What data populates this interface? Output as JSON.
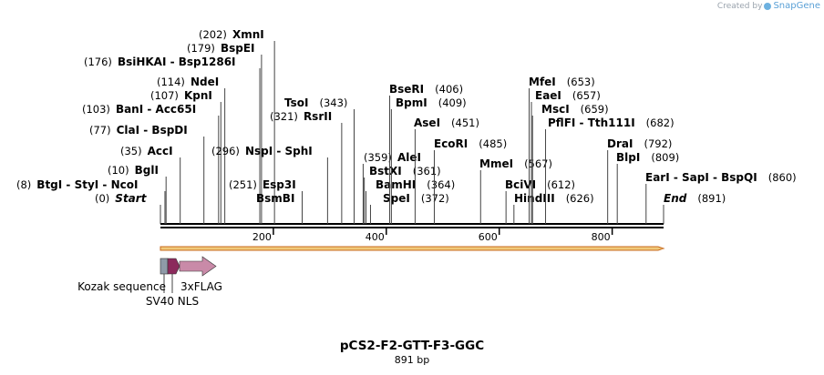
{
  "branding": {
    "created_by": "Created by",
    "product": "SnapGene",
    "icon": "snapgene-logo-icon"
  },
  "plasmid": {
    "name": "pCS2-F2-GTT-F3-GGC",
    "length_label": "891 bp",
    "length": 891
  },
  "ruler": {
    "ticks": [
      200,
      400,
      600,
      800
    ]
  },
  "site_rows": [
    {
      "items": [
        {
          "pos": "(202)",
          "name": "XmnI"
        }
      ]
    },
    {
      "items": [
        {
          "pos": "(179)",
          "name": "BspEI"
        }
      ]
    },
    {
      "items": [
        {
          "pos": "(176)",
          "name": "BsiHKAI"
        },
        {
          "sep": "-"
        },
        {
          "name": "Bsp1286I"
        }
      ]
    },
    {
      "items": [
        {
          "pos": "(114)",
          "name": "NdeI"
        },
        {
          "gap": 0
        },
        {
          "name": "MfeI"
        },
        {
          "pos": "(653)"
        }
      ]
    },
    {
      "items": [
        {
          "pos": "(107)",
          "name": "KpnI"
        },
        {
          "gap": 0
        },
        {
          "name": "BseRI"
        },
        {
          "pos": "(406)"
        },
        {
          "gap": 1
        },
        {
          "name": "EaeI"
        },
        {
          "pos": "(657)"
        }
      ]
    },
    {
      "items": [
        {
          "pos": "(343)",
          "name": "TsoI"
        },
        {
          "gap": 0
        },
        {
          "name": "BpmI"
        },
        {
          "pos": "(409)"
        }
      ]
    },
    {
      "items": [
        {
          "pos": "(103)",
          "name": "BanI"
        },
        {
          "sep": "-"
        },
        {
          "name": "Acc65I"
        },
        {
          "gap": 0
        },
        {
          "name": "MscI"
        },
        {
          "pos": "(659)"
        }
      ]
    },
    {
      "items": [
        {
          "pos": "(321)",
          "name": "RsrII"
        }
      ]
    }
  ],
  "sites": [
    {
      "position": 0,
      "name": "Start",
      "pos_label": "(0)",
      "italic": true
    },
    {
      "position": 8,
      "name": "BtgI - StyI - NcoI",
      "pos_label": "(8)"
    },
    {
      "position": 10,
      "name": "BglI",
      "pos_label": "(10)"
    },
    {
      "position": 35,
      "name": "AccI",
      "pos_label": "(35)"
    },
    {
      "position": 77,
      "name": "ClaI - BspDI",
      "pos_label": "(77)"
    },
    {
      "position": 103,
      "name": "BanI - Acc65I",
      "pos_label": "(103)"
    },
    {
      "position": 107,
      "name": "KpnI",
      "pos_label": "(107)"
    },
    {
      "position": 114,
      "name": "NdeI",
      "pos_label": "(114)"
    },
    {
      "position": 176,
      "name": "BsiHKAI - Bsp1286I",
      "pos_label": "(176)"
    },
    {
      "position": 179,
      "name": "BspEI",
      "pos_label": "(179)"
    },
    {
      "position": 202,
      "name": "XmnI",
      "pos_label": "(202)"
    },
    {
      "position": 251,
      "name": "Esp3I",
      "pos_label": "(251)"
    },
    {
      "position": 251,
      "name": "BsmBI",
      "pos_label": ""
    },
    {
      "position": 296,
      "name": "NspI - SphI",
      "pos_label": "(296)"
    },
    {
      "position": 321,
      "name": "RsrII",
      "pos_label": "(321)"
    },
    {
      "position": 343,
      "name": "TsoI",
      "pos_label": "(343)"
    },
    {
      "position": 359,
      "name": "AleI",
      "pos_label": "(359)"
    },
    {
      "position": 361,
      "name": "BstXI",
      "pos_label": "(361)"
    },
    {
      "position": 364,
      "name": "BamHI",
      "pos_label": "(364)"
    },
    {
      "position": 372,
      "name": "SpeI",
      "pos_label": "(372)"
    },
    {
      "position": 406,
      "name": "BseRI",
      "pos_label": "(406)"
    },
    {
      "position": 409,
      "name": "BpmI",
      "pos_label": "(409)"
    },
    {
      "position": 451,
      "name": "AseI",
      "pos_label": "(451)"
    },
    {
      "position": 485,
      "name": "EcoRI",
      "pos_label": "(485)"
    },
    {
      "position": 567,
      "name": "MmeI",
      "pos_label": "(567)"
    },
    {
      "position": 612,
      "name": "BciVI",
      "pos_label": "(612)"
    },
    {
      "position": 626,
      "name": "HindIII",
      "pos_label": "(626)"
    },
    {
      "position": 653,
      "name": "MfeI",
      "pos_label": "(653)"
    },
    {
      "position": 657,
      "name": "EaeI",
      "pos_label": "(657)"
    },
    {
      "position": 659,
      "name": "MscI",
      "pos_label": "(659)"
    },
    {
      "position": 682,
      "name": "PflFI - Tth111I",
      "pos_label": "(682)"
    },
    {
      "position": 792,
      "name": "DraI",
      "pos_label": "(792)"
    },
    {
      "position": 809,
      "name": "BlpI",
      "pos_label": "(809)"
    },
    {
      "position": 860,
      "name": "EarI - SapI - BspQI",
      "pos_label": "(860)"
    },
    {
      "position": 891,
      "name": "End",
      "pos_label": "(891)",
      "italic": true
    }
  ],
  "features": [
    {
      "name": "Kozak sequence",
      "color": "#8f9aa8"
    },
    {
      "name": "SV40 NLS",
      "color": "#8b2a5c"
    },
    {
      "name": "3xFLAG",
      "color": "#c98aa8"
    }
  ],
  "orf_arrow": {
    "color": "#f0c97a",
    "border": "#c86a1e"
  }
}
